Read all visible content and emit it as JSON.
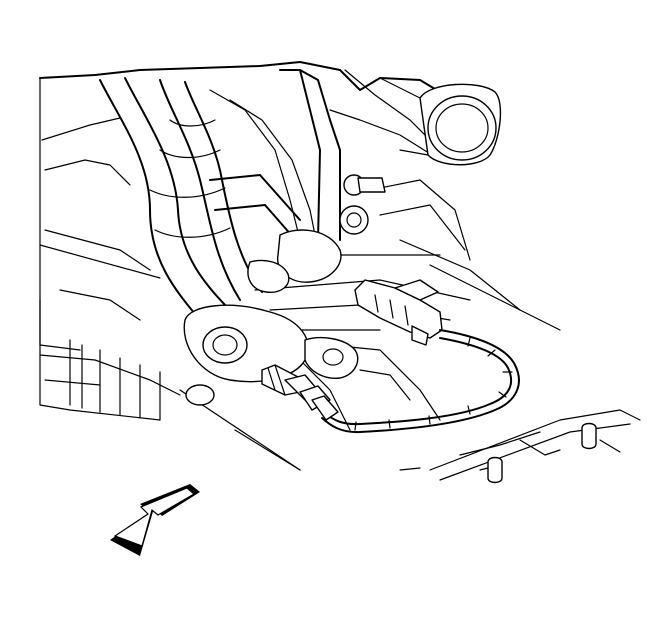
{
  "figure": {
    "background": "#ffffff",
    "ink": "#000000",
    "parts": [
      "engine-block",
      "exhaust-manifold",
      "oxygen-sensor",
      "sensor-harness",
      "electrical-connector",
      "hose-outlet",
      "transmission-pan",
      "front-arrow"
    ],
    "labels": []
  }
}
